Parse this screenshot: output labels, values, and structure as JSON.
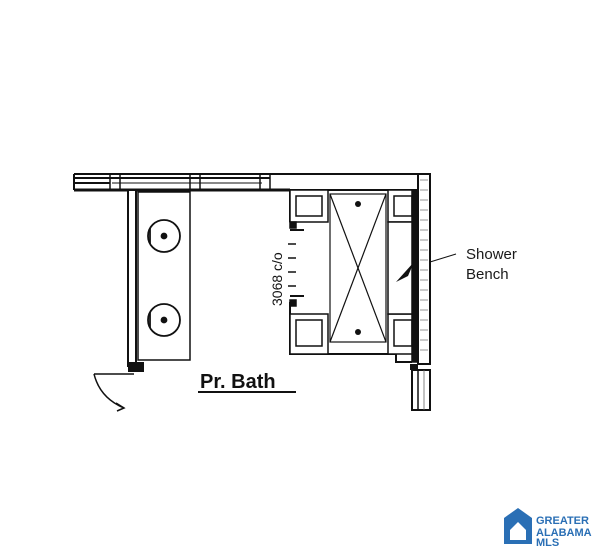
{
  "room_label": "Pr. Bath",
  "door_dimension": "3068 c/o",
  "callout": {
    "line1": "Shower",
    "line2": "Bench"
  },
  "logo": {
    "line1": "GREATER",
    "line2": "ALABAMA",
    "line3": "MLS",
    "color": "#2a6fb5"
  }
}
